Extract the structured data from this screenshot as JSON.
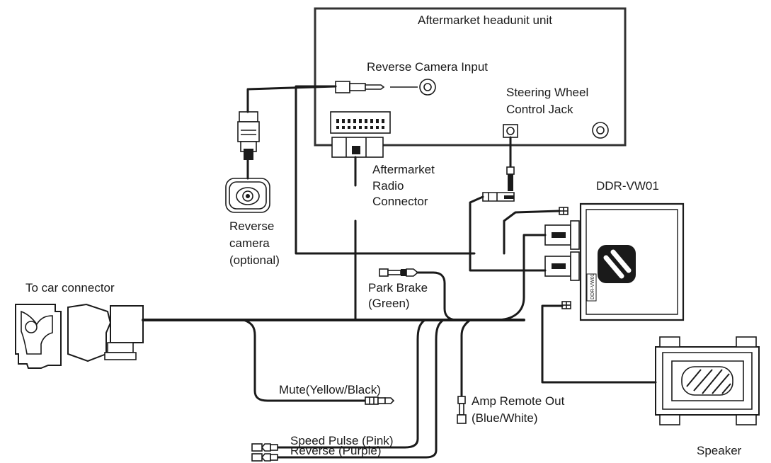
{
  "head_unit": {
    "title": "Aftermarket headunit unit",
    "reverse_camera_input": "Reverse Camera Input",
    "swc_jack_line1": "Steering Wheel",
    "swc_jack_line2": "Control Jack"
  },
  "radio_connector": {
    "line1": "Aftermarket",
    "line2": "Radio",
    "line3": "Connector"
  },
  "camera": {
    "line1": "Reverse",
    "line2": "camera",
    "line3": "(optional)"
  },
  "module": {
    "title": "DDR-VW01",
    "side_text": "DDR-VW01"
  },
  "car_connector": {
    "label": "To car connector"
  },
  "wires": {
    "park_brake_line1": "Park Brake",
    "park_brake_line2": "(Green)",
    "mute": "Mute(Yellow/Black)",
    "speed_pulse": "Speed Pulse (Pink)",
    "reverse": "Reverse (Purple)",
    "amp_remote_line1": "Amp Remote Out",
    "amp_remote_line2": "(Blue/White)"
  },
  "speaker": {
    "label": "Speaker"
  }
}
